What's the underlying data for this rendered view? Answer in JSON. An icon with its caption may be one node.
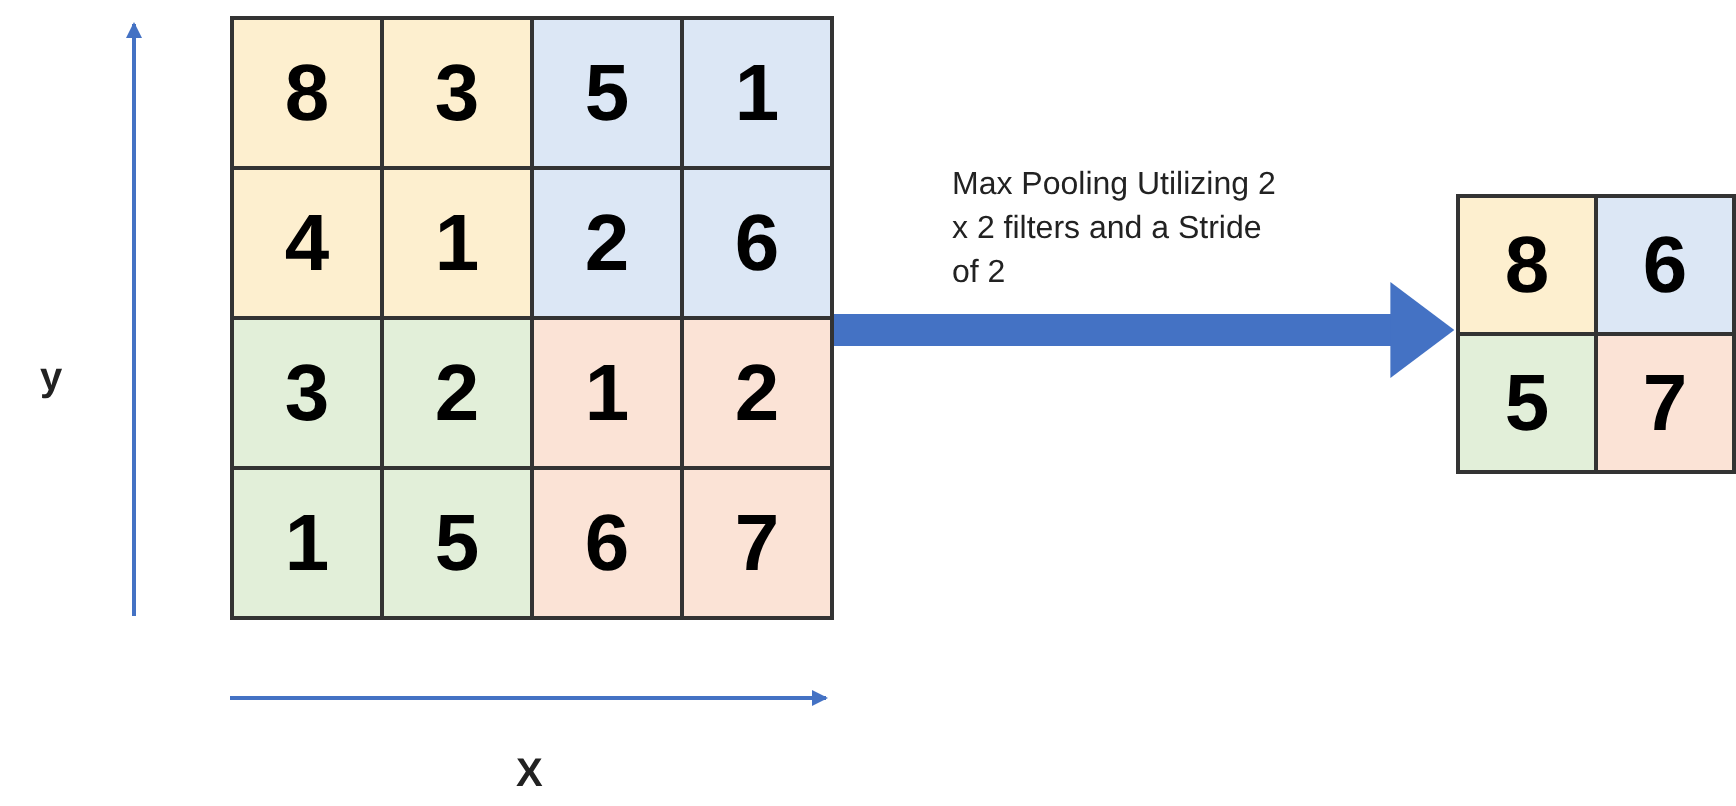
{
  "diagram": {
    "nodes": [
      {
        "text": [],
        "shape": "box"
      },
      {
        "text": [
          "8"
        ],
        "in": 0
      },
      {
        "text": [
          "3"
        ],
        "in": 0
      },
      {
        "text": [
          "5"
        ],
        "in": 0
      },
      {
        "text": [
          "1"
        ],
        "in": 0
      },
      {
        "text": [
          "4"
        ],
        "in": 0
      },
      {
        "text": [
          "1"
        ],
        "in": 0
      },
      {
        "text": [
          "2"
        ],
        "in": 0
      },
      {
        "text": [
          "6"
        ],
        "in": 0
      },
      {
        "text": [
          "3"
        ],
        "in": 0
      },
      {
        "text": [
          "2"
        ],
        "in": 0
      },
      {
        "text": [
          "1"
        ],
        "in": 0
      },
      {
        "text": [
          "2"
        ],
        "in": 0
      },
      {
        "text": [
          "1"
        ],
        "in": 0
      },
      {
        "text": [
          "5"
        ],
        "in": 0
      },
      {
        "text": [
          "6"
        ],
        "in": 0
      },
      {
        "text": [
          "7"
        ],
        "in": 0
      },
      {
        "text": [],
        "shape": "box"
      },
      {
        "text": [
          "8"
        ],
        "in": 17
      },
      {
        "text": [
          "6"
        ],
        "in": 17
      },
      {
        "text": [
          "5"
        ],
        "in": 17
      },
      {
        "text": [
          "7"
        ],
        "in": 17
      }
    ],
    "edges": [
      {
        "from": 0,
        "to": 17,
        "arrow": "to",
        "label": "Max Pooling Utilizing 2 x 2 filters and a Stride of 2"
      }
    ],
    "labels": [
      "y",
      "X"
    ]
  }
}
